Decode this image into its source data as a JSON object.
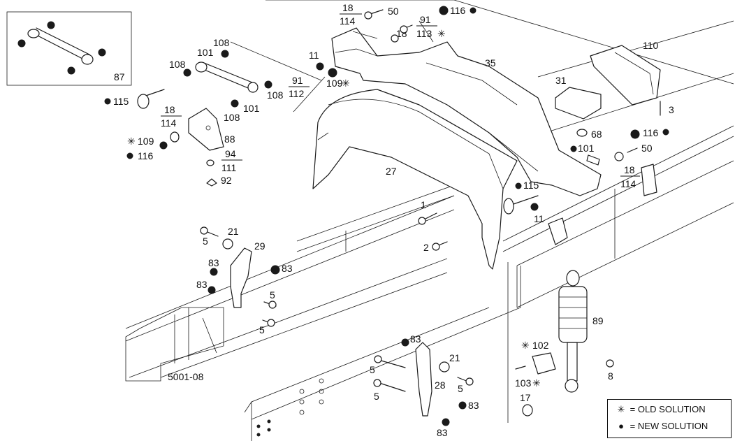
{
  "drawing_code": "5001-08",
  "labels": {
    "l1": "1",
    "l2": "2",
    "l3": "3",
    "l5a": "5",
    "l5b": "5",
    "l5c": "5",
    "l5d": "5",
    "l5e": "5",
    "l5f": "5",
    "l8": "8",
    "l11a": "11",
    "l11b": "11",
    "l17": "17",
    "l18a": "18",
    "l21a": "21",
    "l21b": "21",
    "l27": "27",
    "l28": "28",
    "l29": "29",
    "l31": "31",
    "l35": "35",
    "l50a": "50",
    "l50b": "50",
    "l68": "68",
    "l83a": "83",
    "l83b": "83",
    "l83c": "83",
    "l83d": "83",
    "l83e": "83",
    "l83f": "83",
    "l87": "87",
    "l88": "88",
    "l89": "89",
    "l92": "92",
    "l101a": "101",
    "l101b": "101",
    "l101c": "101",
    "l108a": "108",
    "l108b": "108",
    "l108c": "108",
    "l108d": "108",
    "l110": "110",
    "l115a": "115",
    "l115b": "115",
    "l116a": "116",
    "l116b": "116",
    "l116c": "116",
    "l102": "102",
    "l103": "103",
    "l109a": "109",
    "l109b": "109"
  },
  "fractions": {
    "f1": {
      "top": "18",
      "bottom": "114"
    },
    "f2": {
      "top": "91",
      "bottom": "113"
    },
    "f3": {
      "top": "91",
      "bottom": "112"
    },
    "f4": {
      "top": "18",
      "bottom": "114"
    },
    "f5": {
      "top": "94",
      "bottom": "111"
    },
    "f6": {
      "top": "18",
      "bottom": "114"
    }
  },
  "legend": {
    "old_symbol": "✳",
    "old_text": "= OLD SOLUTION",
    "new_symbol": "●",
    "new_text": "= NEW SOLUTION"
  }
}
